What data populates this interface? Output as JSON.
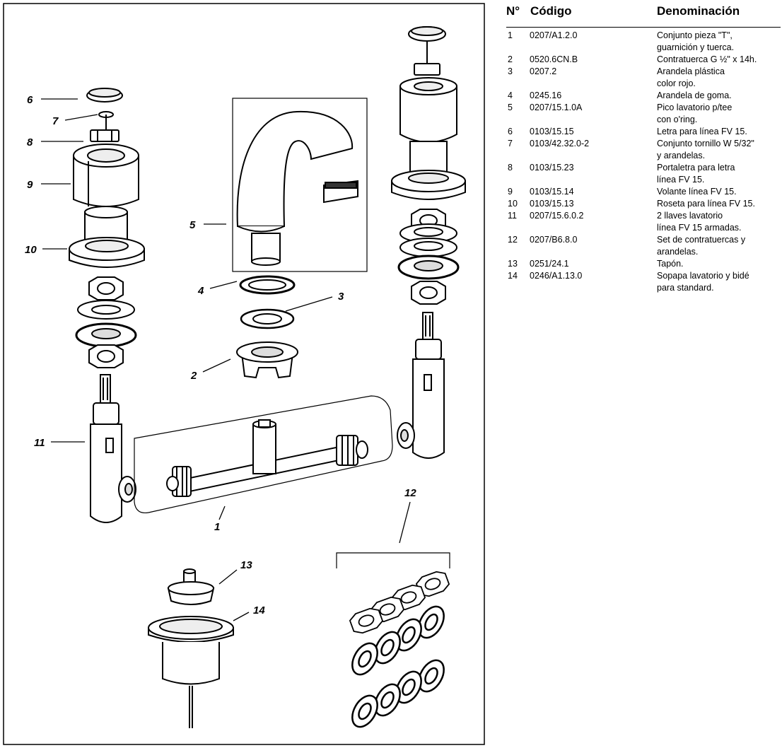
{
  "diagram": {
    "callouts": [
      "6",
      "7",
      "8",
      "9",
      "10",
      "11",
      "1",
      "5",
      "4",
      "3",
      "2",
      "13",
      "14",
      "12"
    ]
  },
  "parts_table": {
    "headers": {
      "number": "N°",
      "code": "Código",
      "name": "Denominación"
    },
    "rows": [
      {
        "number": "1",
        "code": "0207/A1.2.0",
        "name": "Conjunto pieza \"T\",",
        "name2": "guarnición y tuerca."
      },
      {
        "number": "2",
        "code": "0520.6CN.B",
        "name": "Contratuerca G ½\" x 14h.",
        "name2": ""
      },
      {
        "number": "3",
        "code": "0207.2",
        "name": "Arandela plástica",
        "name2": "color rojo."
      },
      {
        "number": "4",
        "code": "0245.16",
        "name": "Arandela de goma.",
        "name2": ""
      },
      {
        "number": "5",
        "code": "0207/15.1.0A",
        "name": "Pico lavatorio p/tee",
        "name2": "con o'ring."
      },
      {
        "number": "6",
        "code": "0103/15.15",
        "name": "Letra para línea FV 15.",
        "name2": ""
      },
      {
        "number": "7",
        "code": "0103/42.32.0-2",
        "name": "Conjunto tornillo W 5/32\"",
        "name2": "y arandelas."
      },
      {
        "number": "8",
        "code": "0103/15.23",
        "name": "Portaletra para letra",
        "name2": "línea FV 15."
      },
      {
        "number": "9",
        "code": "0103/15.14",
        "name": "Volante línea FV 15.",
        "name2": ""
      },
      {
        "number": "10",
        "code": "0103/15.13",
        "name": "Roseta para línea FV 15.",
        "name2": ""
      },
      {
        "number": "11",
        "code": "0207/15.6.0.2",
        "name": "2 llaves lavatorio",
        "name2": "línea FV 15 armadas."
      },
      {
        "number": "12",
        "code": "0207/B6.8.0",
        "name": "Set de contratuercas y",
        "name2": "arandelas."
      },
      {
        "number": "13",
        "code": "0251/24.1",
        "name": "Tapón.",
        "name2": ""
      },
      {
        "number": "14",
        "code": "0246/A1.13.0",
        "name": "Sopapa lavatorio y bidé",
        "name2": "para standard."
      }
    ]
  }
}
